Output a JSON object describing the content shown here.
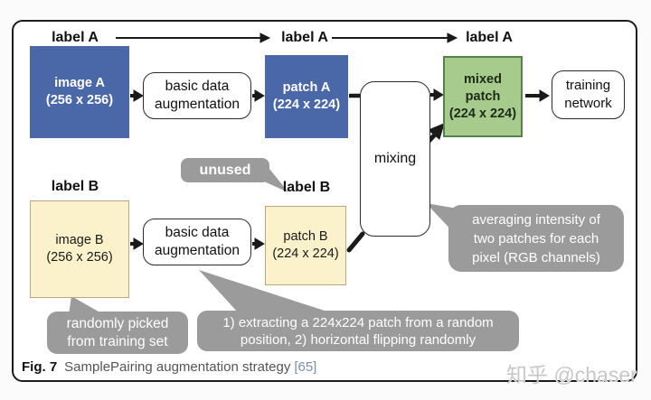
{
  "figure": {
    "caption_label": "Fig. 7",
    "caption_text": "SamplePairing augmentation strategy",
    "caption_ref": "[65]",
    "watermark": "知乎 @chaser"
  },
  "labels": {
    "label_a1": "label A",
    "label_a2": "label A",
    "label_a3": "label A",
    "label_b1": "label B",
    "label_b2": "label B"
  },
  "nodes": {
    "image_a": {
      "line1": "image A",
      "line2": "(256 x 256)"
    },
    "basic_aug_a": {
      "line1": "basic data",
      "line2": "augmentation"
    },
    "patch_a": {
      "line1": "patch A",
      "line2": "(224 x 224)"
    },
    "mixing": {
      "label": "mixing"
    },
    "mixed_patch": {
      "line1": "mixed",
      "line2": "patch",
      "line3": "(224 x 224)"
    },
    "training_network": {
      "line1": "training",
      "line2": "network"
    },
    "image_b": {
      "line1": "image B",
      "line2": "(256 x 256)"
    },
    "basic_aug_b": {
      "line1": "basic data",
      "line2": "augmentation"
    },
    "patch_b": {
      "line1": "patch B",
      "line2": "(224 x 224)"
    }
  },
  "callouts": {
    "unused": "unused",
    "randomly_picked": {
      "line1": "randomly picked",
      "line2": "from training set"
    },
    "extracting": {
      "line1": "1) extracting a 224x224 patch from a random",
      "line2": "position, 2) horizontal flipping randomly"
    },
    "averaging": {
      "line1": "averaging intensity of",
      "line2": "two patches for each",
      "line3": "pixel (RGB channels)"
    }
  },
  "colors": {
    "image_blue": "#4a68a8",
    "mixed_green_fill": "#a6cb8d",
    "mixed_green_border": "#55814b",
    "patch_cream_fill": "#fbf2cb",
    "patch_cream_border": "#b9a97e",
    "callout_gray": "#9b9b9b",
    "reference_link": "#7b8fae",
    "arrow_black": "#1a1a1a"
  }
}
